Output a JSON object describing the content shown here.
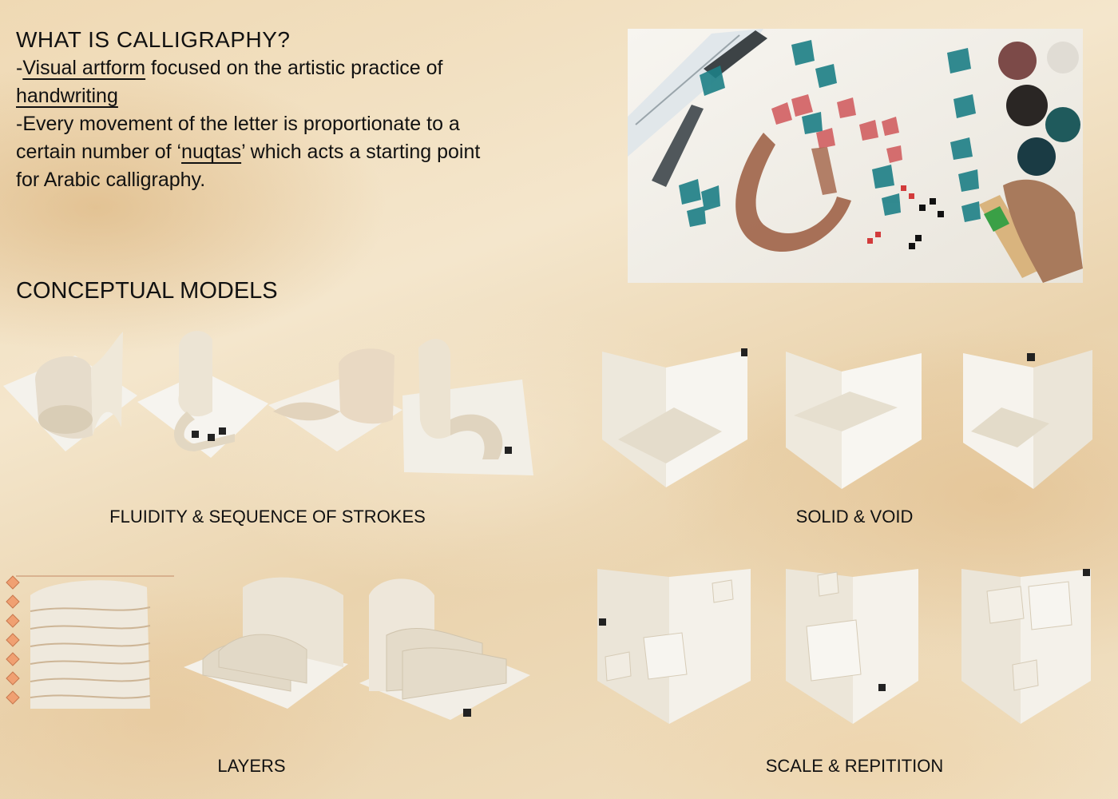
{
  "intro": {
    "heading": "WHAT IS CALLIGRAPHY?",
    "line1_prefix": "-",
    "line1_term": "Visual artform",
    "line1_rest": " focused on the artistic practice of",
    "line2_term": "handwriting",
    "line3": "-Every movement of the letter is proportionate to a",
    "line4_prefix": "certain number of ‘",
    "line4_term": "nuqtas",
    "line4_rest": "’ which acts a starting point",
    "line5": "for Arabic calligraphy."
  },
  "concepts": {
    "heading": "CONCEPTUAL MODELS",
    "captions": {
      "fluidity": "FLUIDITY & SEQUENCE OF STROKES",
      "solid_void": "SOLID & VOID",
      "layers": "LAYERS",
      "scale": "SCALE & REPITITION"
    }
  },
  "colors": {
    "ink_teal": "#1d7f86",
    "ink_red": "#d0575a",
    "ink_brown": "#9a5a3e",
    "model_white": "#f1ece2",
    "diamond_orange": "#f0a072"
  }
}
